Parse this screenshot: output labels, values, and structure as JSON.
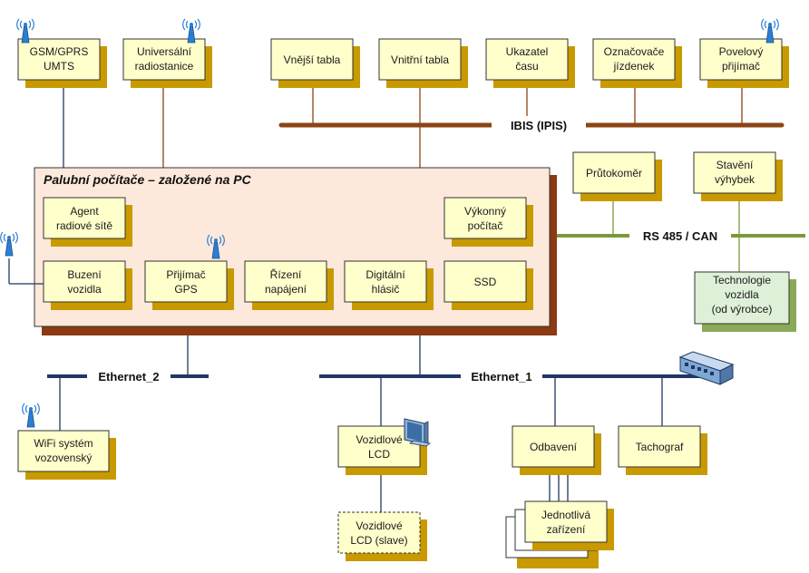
{
  "colors": {
    "box_fill": "#ffffcc",
    "box_shadow": "#c89a00",
    "main_fill": "#fde9dc",
    "main_shadow": "#8b3a12",
    "tech_fill": "#dff0d8",
    "tech_shadow": "#8aaa55",
    "ibis_bus": "#8b4513",
    "rs485_bus": "#7a9a3a",
    "ethernet_bus": "#1f3864"
  },
  "icons": {
    "antenna": "antenna-icon",
    "monitor": "monitor-icon",
    "switch": "network-switch-icon"
  },
  "main_box": {
    "title": "Palubní počítače – založené na PC"
  },
  "top_boxes": {
    "gsm": [
      "GSM/GPRS",
      "UMTS"
    ],
    "radio": [
      "Universální",
      "radiostanice"
    ],
    "outer_display": [
      "Vnější tabla"
    ],
    "inner_display": [
      "Vnitřní tabla"
    ],
    "time_indicator": [
      "Ukazatel",
      "času"
    ],
    "validators": [
      "Označovače",
      "jízdenek"
    ],
    "command_receiver": [
      "Povelový",
      "přijímač"
    ]
  },
  "inner_boxes": {
    "radio_agent": [
      "Agent",
      "radiové sítě"
    ],
    "power_computer": [
      "Výkonný",
      "počítač"
    ],
    "vehicle_wake": [
      "Buzení",
      "vozidla"
    ],
    "gps_receiver": [
      "Přijímač",
      "GPS"
    ],
    "power_control": [
      "Řízení",
      "napájení"
    ],
    "digital_announcer": [
      "Digitální",
      "hlásič"
    ],
    "ssd": [
      "SSD"
    ]
  },
  "right_boxes": {
    "flowmeter": [
      "Průtokoměr"
    ],
    "switch_setting": [
      "Stavění",
      "výhybek"
    ],
    "vehicle_tech": [
      "Technologie",
      "vozidla",
      "(od výrobce)"
    ]
  },
  "bottom_boxes": {
    "wifi": [
      "WiFi systém",
      "vozovenský"
    ],
    "vehicle_lcd": [
      "Vozidlové",
      "LCD"
    ],
    "vehicle_lcd_slave": [
      "Vozidlové",
      "LCD (slave)"
    ],
    "ticketing": [
      "Odbavení"
    ],
    "tachograph": [
      "Tachograf"
    ],
    "devices": [
      "Jednotlivá",
      "zařízení"
    ]
  },
  "buses": {
    "ibis": "IBIS (IPIS)",
    "rs485": "RS 485 / CAN",
    "ethernet_1": "Ethernet_1",
    "ethernet_2": "Ethernet_2"
  }
}
